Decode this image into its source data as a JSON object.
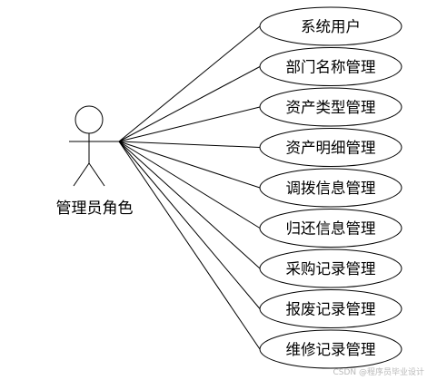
{
  "actor": {
    "name": "管理员角色",
    "icon": "stick-figure-icon"
  },
  "use_cases": [
    "系统用户",
    "部门名称管理",
    "资产类型管理",
    "资产明细管理",
    "调拨信息管理",
    "归还信息管理",
    "采购记录管理",
    "报废记录管理",
    "维修记录管理"
  ],
  "watermark": "CSDN @程序员毕业设计"
}
